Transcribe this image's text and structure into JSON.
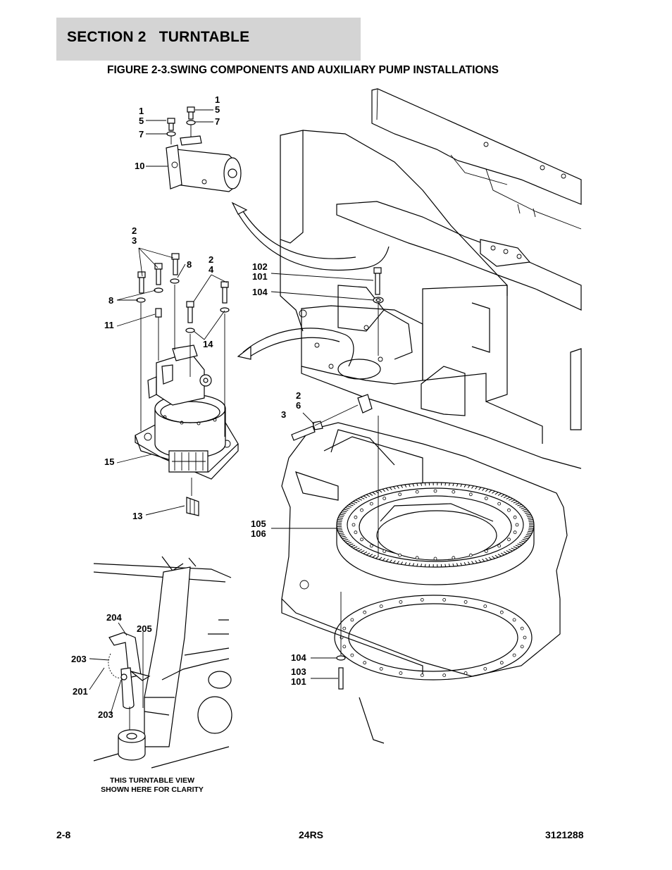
{
  "header": {
    "section_label": "SECTION 2",
    "section_name": "TURNTABLE",
    "figure_title": "FIGURE 2-3.SWING COMPONENTS AND AUXILIARY PUMP INSTALLATIONS"
  },
  "callouts": {
    "c1a": "1",
    "c5a": "5",
    "c7a": "7",
    "c1b": "1",
    "c5b": "5",
    "c7b": "7",
    "c10": "10",
    "c2a": "2",
    "c3a": "3",
    "c8a": "8",
    "c8b": "8",
    "c2b": "2",
    "c4b": "4",
    "c11": "11",
    "c14": "14",
    "c102": "102",
    "c101a": "101",
    "c104a": "104",
    "c2c": "2",
    "c6c": "6",
    "c3c": "3",
    "c15": "15",
    "c13": "13",
    "c105": "105",
    "c106": "106",
    "c204": "204",
    "c205": "205",
    "c203a": "203",
    "c201": "201",
    "c203b": "203",
    "c104b": "104",
    "c103": "103",
    "c101b": "101"
  },
  "note": {
    "line1": "THIS TURNTABLE VIEW",
    "line2": "SHOWN HERE FOR CLARITY"
  },
  "footer": {
    "page": "2-8",
    "model": "24RS",
    "doc_number": "3121288"
  }
}
